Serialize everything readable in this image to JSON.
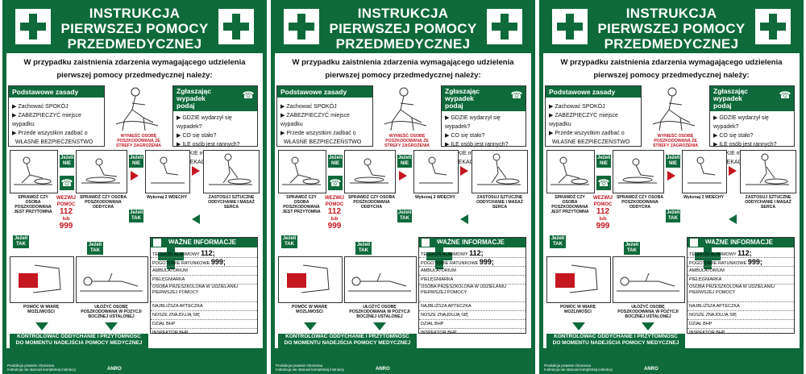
{
  "poster": {
    "title_lines": [
      "INSTRUKCJA",
      "PIERWSZEJ POMOCY",
      "PRZEDMEDYCZNEJ"
    ],
    "intro_lines": [
      "W przypadku zaistnienia zdarzenia wymagającego udzielenia",
      "pierwszej pomocy przedmedycznej należy:"
    ],
    "basic": {
      "header": "Podstawowe zasady",
      "items": [
        "Zachować SPOKÓJ",
        "ZABEZPIECZYĆ miejsce wypadku",
        "Przede wszystkim zadbać o",
        "WŁASNE BEZPIECZEŃSTWO"
      ]
    },
    "report": {
      "header_lines": [
        "Zgłaszając wypadek",
        "podaj"
      ],
      "items": [
        "GDZIE wydarzył się wypadek?",
        "CO się stało?",
        "ILE osób jest rannych?",
        "JAKIE mają obrażenia?",
        "CZEKAĆ na pytania!"
      ]
    },
    "tags": {
      "yes_no": "Jeżeli NIE",
      "no": "Jeżeli NIE",
      "tak": "Jeżeli TAK"
    },
    "caption_remove": "WYNIEŚĆ OSOBĘ POSZKODOWANĄ ZE STREFY ZAGROŻENIA",
    "steps": {
      "check_conscious": "SPRAWDŹ CZY OSOBA POSZKODOWANA JEST PRZYTOMNA",
      "call": [
        "WEZWIJ POMOC",
        "112",
        "lub",
        "999"
      ],
      "check_breath": "SPRAWDŹ CZY OSOBA POSZKODOWANA ODDYCHA",
      "breath_2": "Wykonaj 2 WDECHY",
      "cpr": "ZASTOSUJ SZTUCZNE ODDYCHANIE I MASAŻ SERCA",
      "help_bleed": "POMÓC W MIARĘ MOŻLIWOŚCI",
      "recovery": "UŁOŻYĆ OSOBĘ POSZKODOWANĄ W POZYCJI BOCZNEJ USTALONEJ"
    },
    "info": {
      "header": "WAŻNE INFORMACJE",
      "rows": [
        "TELEFON ALARMOWY",
        "POGOTOWIE RATUNKOWE",
        "AMBULATORIUM",
        "PIELĘGNIARKA",
        "OSOBA PRZESZKOLONA W UDZIELANIU PIERWSZEJ POMOCY",
        "NAJBLIŻSZA APTECZKA",
        "NOSZE ZNAJDUJĄ SIĘ",
        "DZIAŁ BHP",
        "INSPEKTOR BHP"
      ],
      "numbers": [
        "112;",
        "999;"
      ]
    },
    "bottom": [
      "KONTROLOWAĆ ODDYCHANIE I PRZYTOMNOŚĆ",
      "DO MOMENTU NADEJŚCIA POMOCY MEDYCZNEJ"
    ],
    "footer": [
      "Produkcja prawnie chroniona",
      "Instrukcja nie stanowi kompletnej instrukcji"
    ],
    "logo": "ANRO"
  }
}
